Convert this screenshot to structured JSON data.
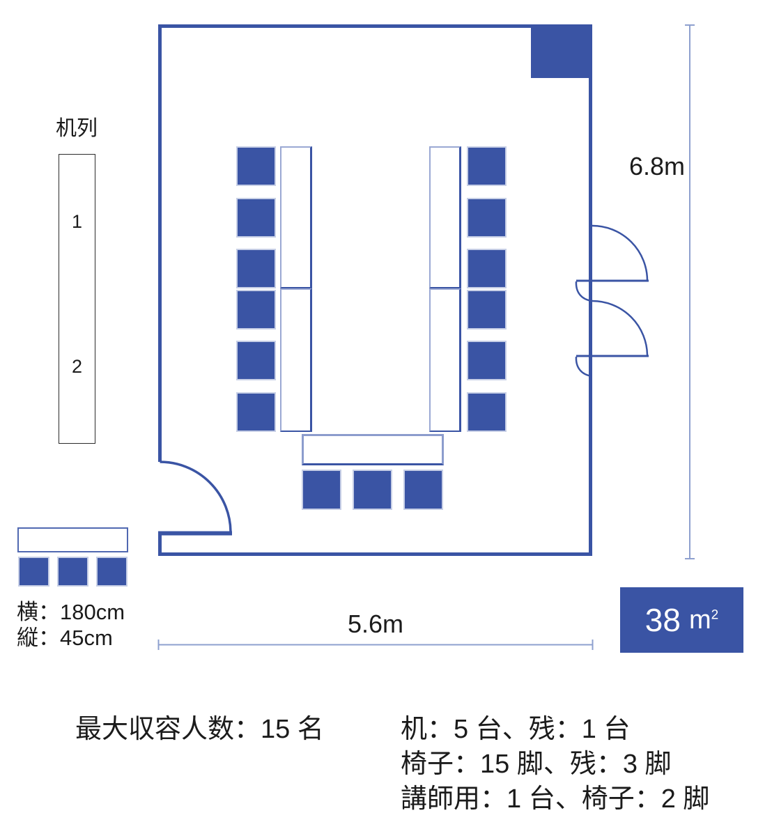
{
  "colors": {
    "primary": "#3a54a4",
    "dimension_line": "#8ea0cf",
    "text": "#1b1b1b"
  },
  "legend": {
    "title": "机列",
    "row1": "1",
    "row2": "2"
  },
  "dimensions": {
    "height": "6.8m",
    "width": "5.6m"
  },
  "area": {
    "value": "38",
    "unit_base": "m",
    "unit_exp": "2"
  },
  "desk_size_note": {
    "line1": "横：180cm",
    "line2": "縦：45cm"
  },
  "notes": {
    "capacity": "最大収容人数：15 名",
    "equipment": [
      "机：5 台、残：1 台",
      "椅子：15 脚、残：3 脚",
      "講師用：1 台、椅子：2 脚"
    ]
  },
  "furniture": {
    "side_chair_rows_per_column": 6,
    "side_columns": 2,
    "front_chairs": 3,
    "desks_per_column": 2,
    "teacher_desks": 1,
    "sample_chairs": 3
  }
}
